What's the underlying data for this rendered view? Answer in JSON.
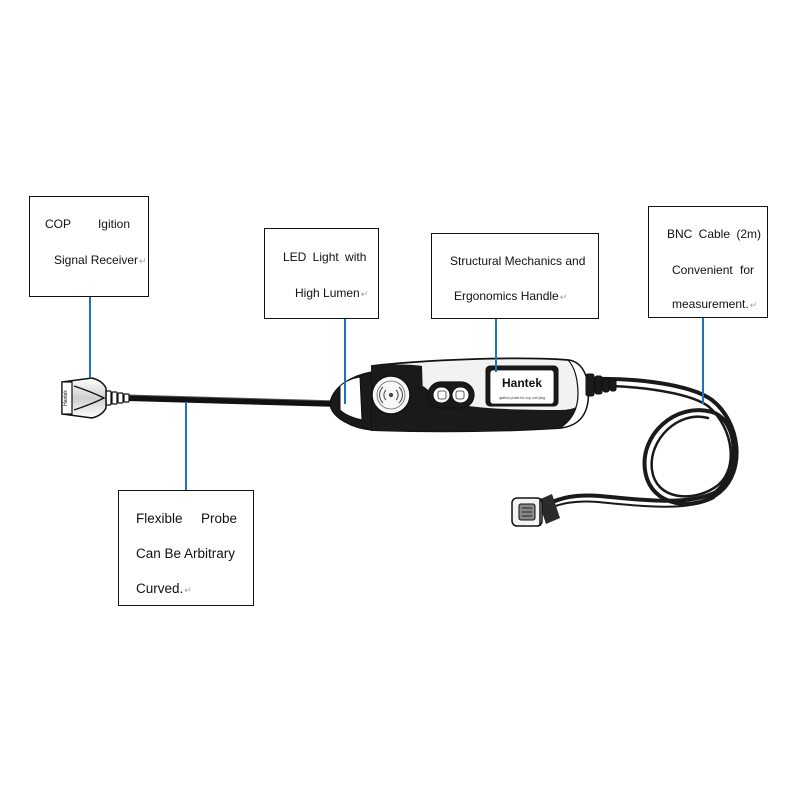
{
  "labels": {
    "cop": {
      "line1a": "COP",
      "line1b": "Igition",
      "line2": "Signal Receiver"
    },
    "led": {
      "line1": "LED Light with",
      "line2": "High Lumen"
    },
    "handle": {
      "line1": "Structural Mechanics and",
      "line2": "Ergonomics Handle"
    },
    "bnc": {
      "line1": "BNC Cable (2m)",
      "line2": "Convenient for",
      "line3": "measurement."
    },
    "flex": {
      "line1a": "Flexible",
      "line1b": "Probe",
      "line2": "Can Be Arbitrary",
      "line3": "Curved."
    }
  },
  "device": {
    "brand": "Hantek",
    "model_text": "ignition probe for cop, coil plug",
    "receiver_text": "Hantek"
  },
  "colors": {
    "leader": "#1e73be",
    "body_dark": "#1a1a1a",
    "body_light": "#f2f2f2",
    "outline": "#111111"
  },
  "return_mark": "↵"
}
